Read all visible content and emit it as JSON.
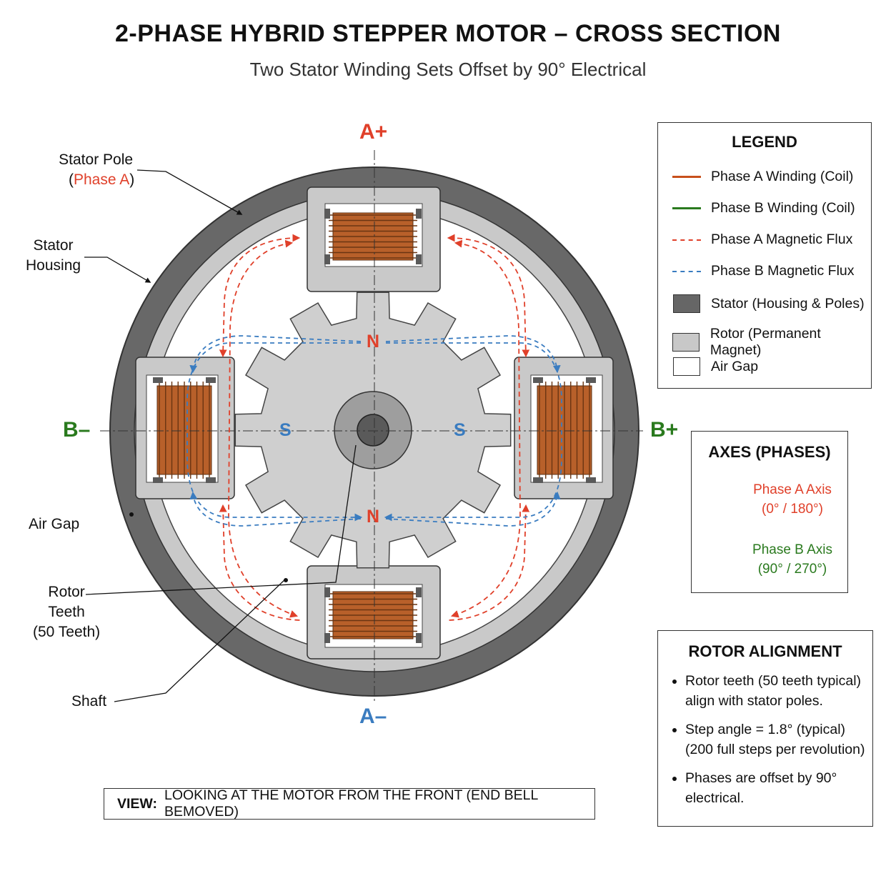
{
  "header": {
    "title": "2-PHASE HYBRID STEPPER MOTOR – CROSS SECTION",
    "subtitle": "Two Stator Winding Sets Offset by 90° Electrical"
  },
  "poles": {
    "a_plus": "A+",
    "a_minus": "A–",
    "b_plus": "B+",
    "b_minus": "B–",
    "north_top": "N",
    "north_bottom": "N",
    "south_left": "S",
    "south_right": "S"
  },
  "callouts": {
    "stator_pole": "Stator Pole",
    "stator_pole_paren_open": "(",
    "stator_pole_phase": "Phase A",
    "stator_pole_paren_close": ")",
    "stator_housing_1": "Stator",
    "stator_housing_2": "Housing",
    "air_gap": "Air Gap",
    "rotor_teeth_1": "Rotor",
    "rotor_teeth_2": "Teeth",
    "rotor_teeth_3": "(50 Teeth)",
    "shaft": "Shaft"
  },
  "legend": {
    "title": "LEGEND",
    "items": [
      {
        "label": "Phase A Winding (Coil)",
        "icon": "solid-line-icon",
        "color": "#c8501c"
      },
      {
        "label": "Phase B Winding (Coil)",
        "icon": "solid-line-icon",
        "color": "#2a7a1e"
      },
      {
        "label": "Phase A Magnetic Flux",
        "icon": "dashed-line-icon",
        "color": "#e0402a"
      },
      {
        "label": "Phase B Magnetic Flux",
        "icon": "dashed-line-icon",
        "color": "#3a7cc0"
      },
      {
        "label": "Stator (Housing & Poles)",
        "icon": "swatch-icon",
        "color": "#666666"
      },
      {
        "label": "Rotor (Permanent Magnet)",
        "icon": "swatch-icon",
        "color": "#c8c8c8"
      },
      {
        "label": "Air Gap",
        "icon": "swatch-icon",
        "color": "#ffffff"
      }
    ]
  },
  "axes": {
    "title": "AXES (PHASES)",
    "phase_a_1": "Phase A Axis",
    "phase_a_2": "(0° / 180°)",
    "phase_b_1": "Phase B Axis",
    "phase_b_2": "(90° / 270°)"
  },
  "alignment": {
    "title": "ROTOR ALIGNMENT",
    "items": [
      "Rotor teeth (50 teeth typical) align with stator poles.",
      "Step angle = 1.8° (typical) (200 full steps per revolution)",
      "Phases are offset by 90° electrical."
    ]
  },
  "view": {
    "label": "VIEW:",
    "text": "LOOKING AT THE MOTOR FROM THE FRONT (END BELL BEMOVED)"
  },
  "colors": {
    "phase_a": "#e0402a",
    "phase_b": "#2a7a1e",
    "flux_b": "#3a7cc0",
    "coil": "#b8602a",
    "stator": "#666666",
    "pole": "#c9c9c9",
    "rotor": "#cfcfcf"
  }
}
